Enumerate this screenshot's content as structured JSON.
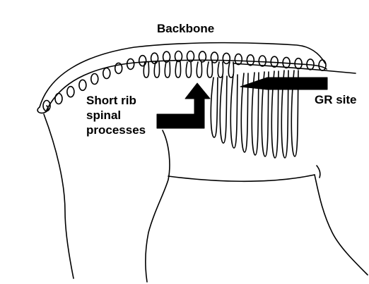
{
  "labels": {
    "backbone": "Backbone",
    "short_rib_line1": "Short rib",
    "short_rib_line2": "spinal",
    "short_rib_line3": "processes",
    "gr_site": "GR site"
  },
  "colors": {
    "ink": "#000000",
    "background": "#ffffff"
  },
  "icons": {
    "up_arrow": "bent-up-arrow",
    "left_arrow": "left-pointing-arrow"
  }
}
